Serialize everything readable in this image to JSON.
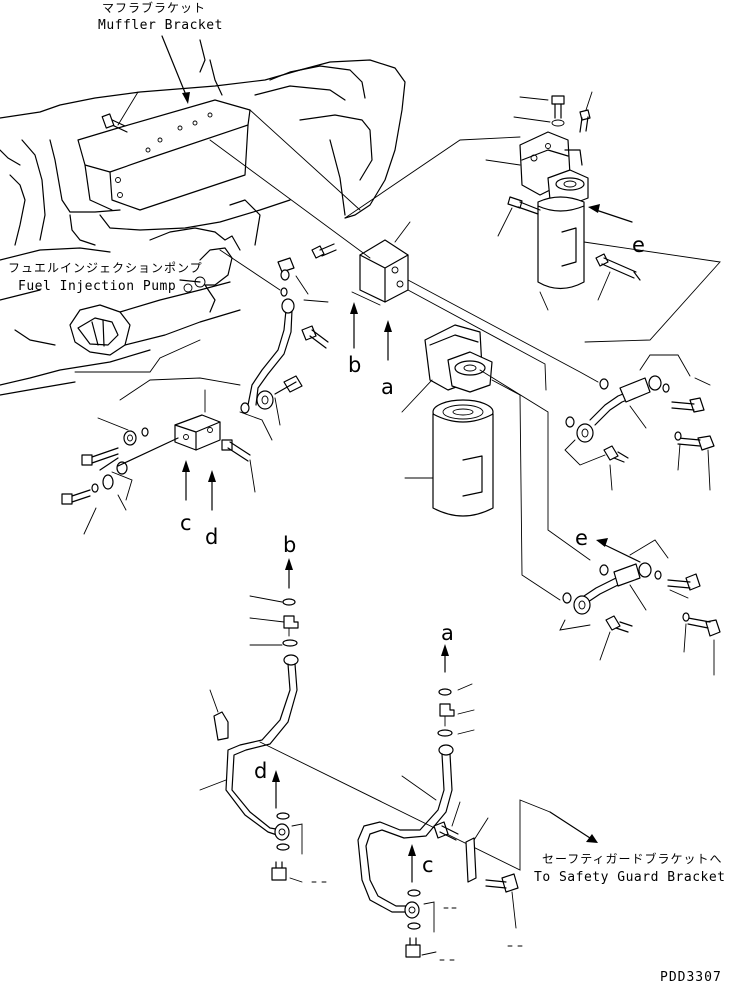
{
  "labels": {
    "muffler_bracket_jp": "マフラブラケット",
    "muffler_bracket_en": "Muffler Bracket",
    "fuel_pump_jp": "フュエルインジェクションポンプ",
    "fuel_pump_en": "Fuel Injection Pump",
    "safety_guard_jp": "セーフティガードブラケットへ",
    "safety_guard_en": "To Safety Guard Bracket",
    "figure_code": "PDD3307"
  },
  "connection_letters": {
    "a_upper": "a",
    "b_upper": "b",
    "c_upper": "c",
    "d_upper": "d",
    "e_upper": "e",
    "e_mid": "e",
    "b_lower": "b",
    "a_lower": "a",
    "d_lower": "d",
    "c_lower": "c"
  }
}
